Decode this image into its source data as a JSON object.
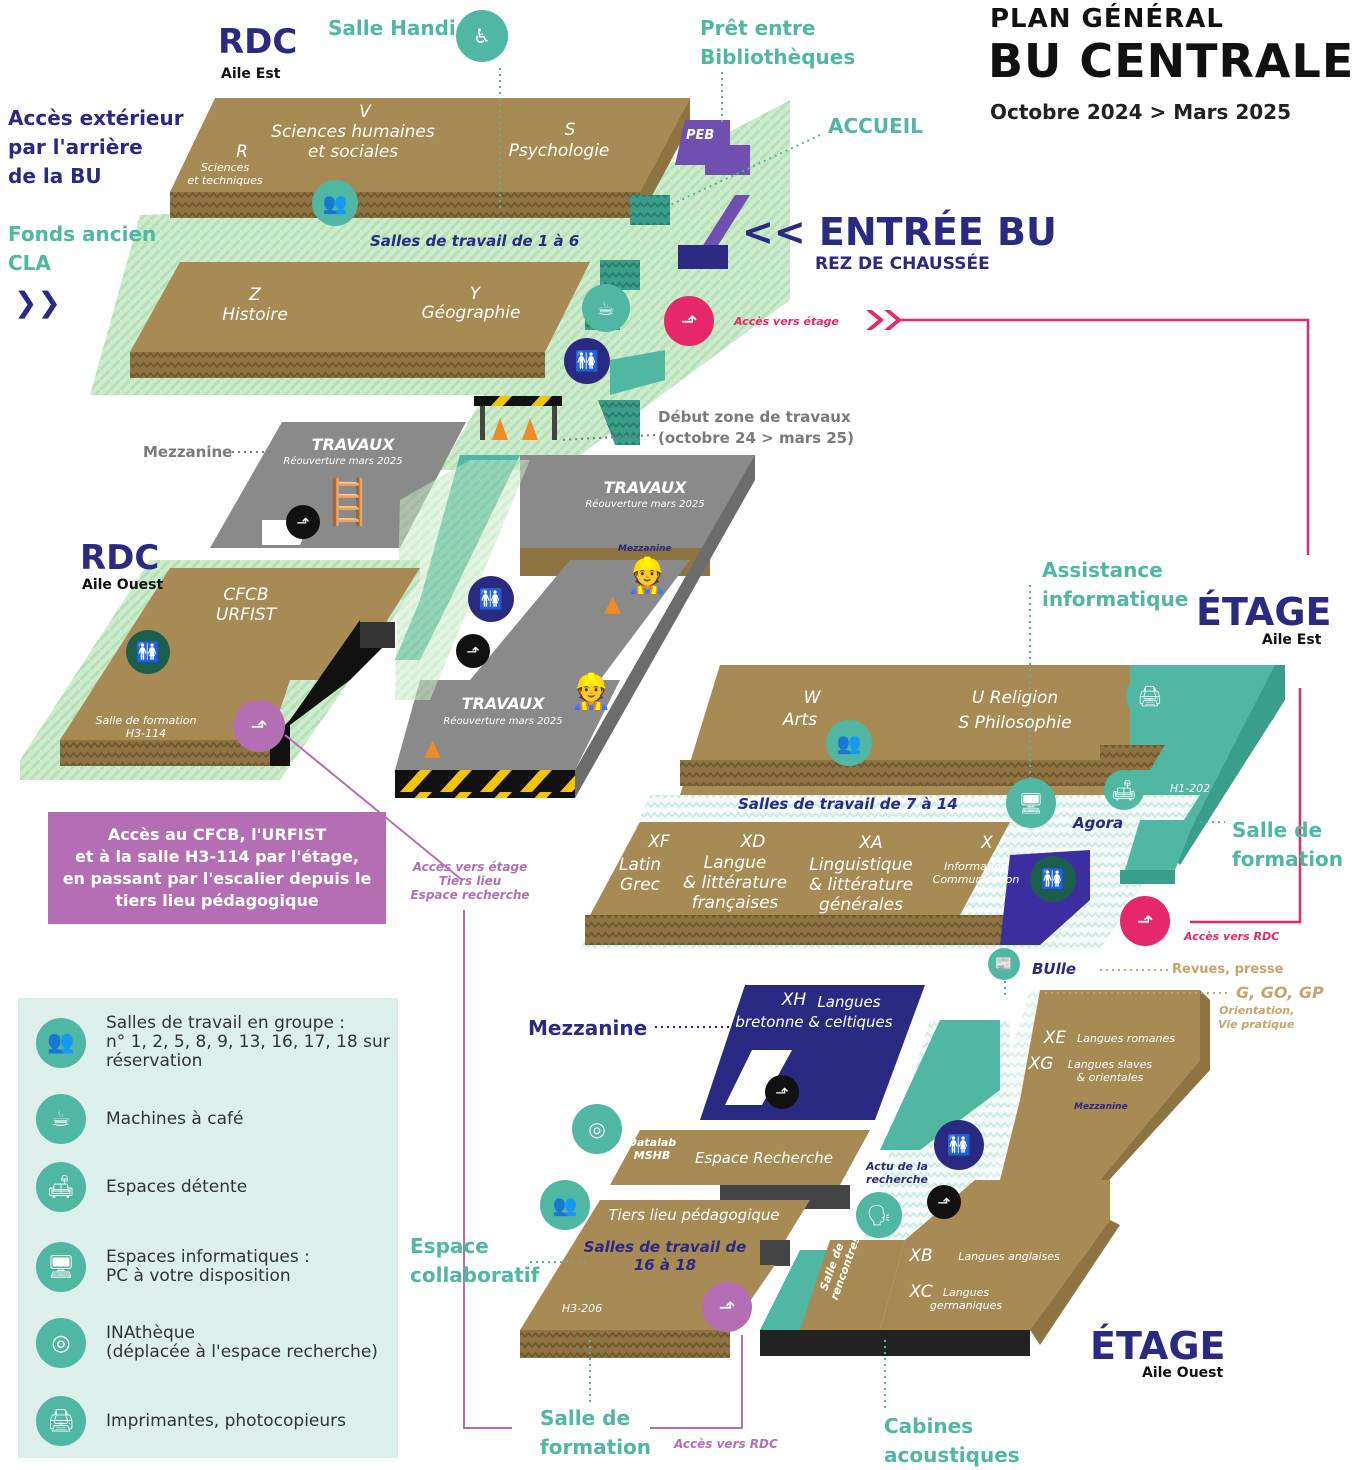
{
  "header": {
    "plan_label": "PLAN GÉNÉRAL",
    "title": "BU CENTRALE",
    "dates": "Octobre 2024 > Mars 2025"
  },
  "rdc_est": {
    "title": "RDC",
    "wing": "Aile Est"
  },
  "rdc_ouest": {
    "title": "RDC",
    "wing": "Aile Ouest"
  },
  "etage_est": {
    "title": "ÉTAGE",
    "wing": "Aile Est"
  },
  "etage_ouest": {
    "title": "ÉTAGE",
    "wing": "Aile Ouest"
  },
  "top_labels": {
    "salle_handi": "Salle Handi",
    "pret": "Prêt entre\nBibliothèques",
    "accueil": "ACCUEIL",
    "peb": "PEB",
    "acces_exterieur": "Accès extérieur\npar l'arrière\nde la BU",
    "fonds_ancien": "Fonds ancien\nCLA",
    "entree": "<< ENTRÉE BU",
    "entree_sub": "REZ DE CHAUSSÉE",
    "acces_etage": "Accès vers étage",
    "debut_travaux": "Début zone de travaux\n(octobre 24 > mars 25)",
    "mezzanine_rdc": "Mezzanine"
  },
  "rdc_est_rooms": {
    "r": "R",
    "r_sub": "Sciences\net techniques",
    "v": "V",
    "v_sub": "Sciences humaines\net sociales",
    "s": "S",
    "s_sub": "Psychologie",
    "z": "Z",
    "z_sub": "Histoire",
    "y": "Y",
    "y_sub": "Géographie",
    "salles": "Salles de travail de 1 à 6"
  },
  "travaux": {
    "label": "TRAVAUX",
    "sub": "Réouverture mars 2025",
    "mezz": "Mezzanine"
  },
  "rdc_ouest_rooms": {
    "cfcb": "CFCB\nURFIST",
    "formation": "Salle de formation\nH3-114"
  },
  "banner": "Accès au CFCB, l'URFIST\net à la salle H3-114 par l'étage,\nen passant par l'escalier depuis le\ntiers lieu pédagogique",
  "purple_note": "Accès vers étage\nTiers lieu\nEspace recherche",
  "etage_est_rooms": {
    "w": "W",
    "w_sub": "Arts",
    "u": "U Religion",
    "s": "S Philosophie",
    "salles": "Salles de travail de 7 à 14",
    "agora": "Agora",
    "h1202": "H1-202",
    "xf": "XF",
    "xf_sub": "Latin\nGrec",
    "xd": "XD",
    "xd_sub": "Langue\n& littérature\nfrançaises",
    "xa": "XA",
    "xa_sub": "Linguistique\n& littérature\ngénérales",
    "x": "X",
    "x_sub": "Information\nCommunication"
  },
  "etage_est_labels": {
    "assistance": "Assistance\ninformatique",
    "salle_formation": "Salle de\nformation",
    "acces_rdc": "Accès vers RDC",
    "bulle": "BUlle",
    "revues": "Revues, presse",
    "g": "G, GO, GP",
    "g_sub": "Orientation,\nVie pratique"
  },
  "etage_ouest_rooms": {
    "mezzanine": "Mezzanine",
    "xh": "XH",
    "xh_sub": "Langues\nbretonne & celtiques",
    "xe": "XE",
    "xe_sub": "Langues romanes",
    "xg": "XG",
    "xg_sub": "Langues slaves\n& orientales",
    "mezz_small": "Mezzanine",
    "datalab": "Datalab\nMSHB",
    "recherche": "Espace Recherche",
    "actu": "Actu de la\nrecherche",
    "tiers": "Tiers lieu pédagogique",
    "salles": "Salles de travail de\n16 à 18",
    "h3206": "H3-206",
    "rencontres": "Salle de\nrencontres",
    "xb": "XB",
    "xb_sub": "Langues anglaises",
    "xc": "XC",
    "xc_sub": "Langues\ngermaniques"
  },
  "etage_ouest_labels": {
    "espace_collab": "Espace\ncollaboratif",
    "salle_formation": "Salle de\nformation",
    "acces_rdc": "Accès vers RDC",
    "cabines": "Cabines\nacoustiques"
  },
  "legend": [
    {
      "icon": "group-work-icon",
      "text": "Salles de travail en groupe :\nn° 1, 2, 5, 8, 9, 13, 16, 17, 18 sur\nréservation"
    },
    {
      "icon": "coffee-icon",
      "text": "Machines à café"
    },
    {
      "icon": "sofa-icon",
      "text": "Espaces détente"
    },
    {
      "icon": "computer-icon",
      "text": "Espaces informatiques :\nPC à votre disposition"
    },
    {
      "icon": "film-reel-icon",
      "text": "INAthèque\n(déplacée à l'espace recherche)"
    },
    {
      "icon": "printer-icon",
      "text": "Imprimantes, photocopieurs"
    }
  ],
  "colors": {
    "gold": "#a88a55",
    "teal": "#4fb7a2",
    "navy": "#2b2a83",
    "pink": "#e6286a",
    "purple": "#b46fb4",
    "light_green": "#cdeccd",
    "gray": "#8a8a8a"
  }
}
